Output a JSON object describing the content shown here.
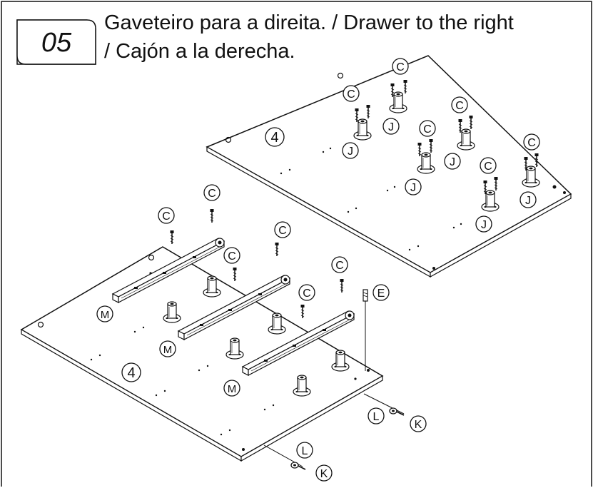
{
  "step": {
    "number": "05",
    "title_line_1": "Gaveteiro para a direita. / Drawer to the right",
    "title_line_2": "/ Cajón a la derecha."
  },
  "parts": {
    "panel": "4",
    "screw": "C",
    "dowel": "E",
    "connector": "J",
    "cam_bolt": "K",
    "cam_lock": "L",
    "runner": "M"
  },
  "colors": {
    "line": "#111111",
    "background": "#ffffff"
  }
}
